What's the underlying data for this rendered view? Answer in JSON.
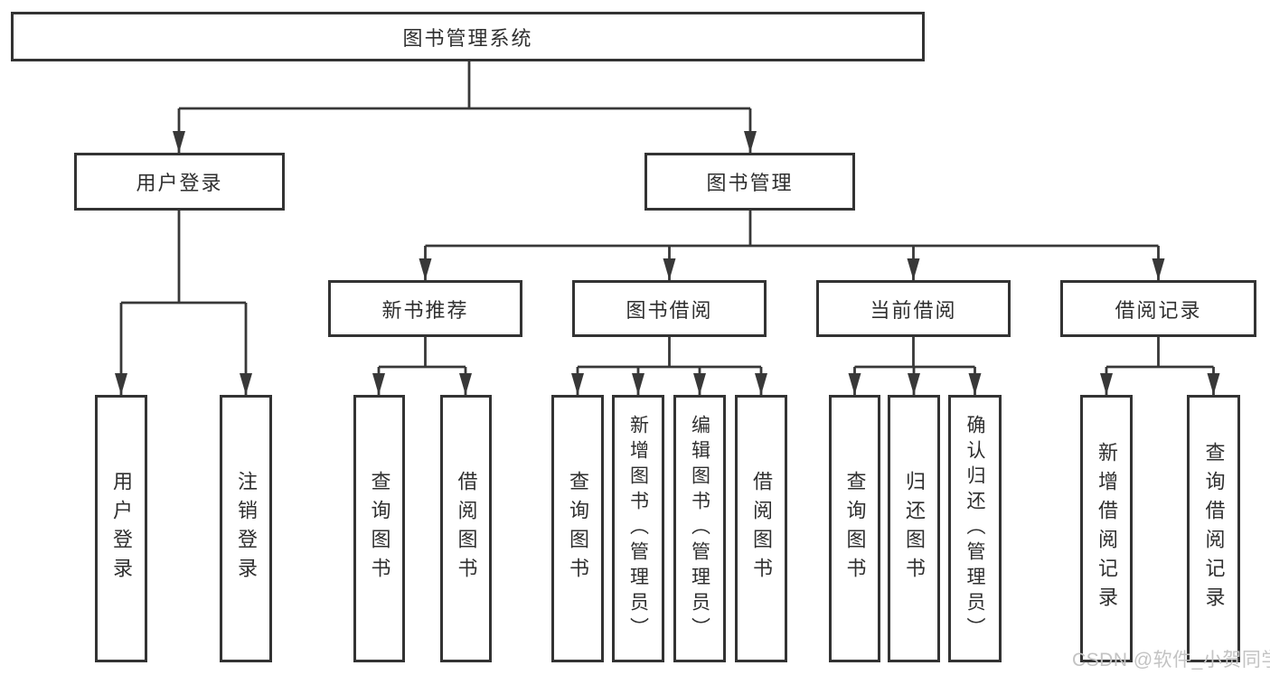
{
  "diagram": {
    "root": "图书管理系统",
    "level2": [
      {
        "label": "用户登录",
        "leaves": [
          "用户登录",
          "注销登录"
        ]
      },
      {
        "label": "图书管理"
      }
    ],
    "level3": [
      {
        "label": "新书推荐",
        "leaves": [
          "查询图书",
          "借阅图书"
        ]
      },
      {
        "label": "图书借阅",
        "leaves": [
          "查询图书",
          "新增图书（管理员）",
          "编辑图书（管理员）",
          "借阅图书"
        ]
      },
      {
        "label": "当前借阅",
        "leaves": [
          "查询图书",
          "归还图书",
          "确认归还（管理员）"
        ]
      },
      {
        "label": "借阅记录",
        "leaves": [
          "新增借阅记录",
          "查询借阅记录"
        ]
      }
    ],
    "watermark": "CSDN @软件_小贺同学"
  },
  "colors": {
    "line": "#383838",
    "border": "#333333",
    "text": "#2f2f2f",
    "watermark": "#c3c3c3",
    "background": "#ffffff"
  }
}
